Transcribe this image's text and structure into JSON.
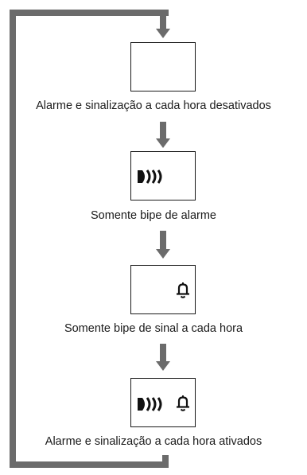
{
  "steps": [
    {
      "label": "Alarme e sinalização a cada hora desativados",
      "icons": []
    },
    {
      "label": "Somente bipe de alarme",
      "icons": [
        "alarm-sound-icon"
      ]
    },
    {
      "label": "Somente bipe de sinal a cada hora",
      "icons": [
        "bell-icon"
      ]
    },
    {
      "label": "Alarme e sinalização a cada hora ativados",
      "icons": [
        "alarm-sound-icon",
        "bell-icon"
      ]
    }
  ],
  "colors": {
    "connector": "#6b6b6b",
    "box_border": "#1a1a1a",
    "text": "#1a1a1a"
  }
}
